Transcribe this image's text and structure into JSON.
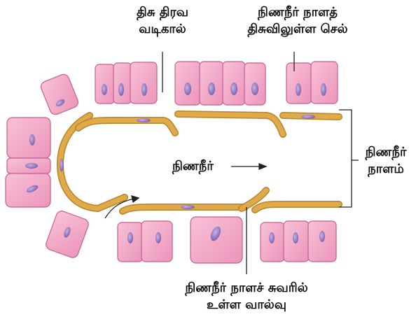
{
  "labels": {
    "tissue_fluid_drain": [
      "திசு திரவ",
      "வடிகால்"
    ],
    "cell_in_lymph_wall": [
      "நிணநீர் நாளத்",
      "திசுவிலுள்ள செல்"
    ],
    "lymph": "நிணநீர்",
    "lymph_vessel": [
      "நிணநீர்",
      "நாளம்"
    ],
    "valve_in_lymph_wall": [
      "நிணநீர் நாளச் சுவரில்",
      "உள்ள வால்வு"
    ]
  },
  "colors": {
    "cell_fill": "#f3a6c6",
    "cell_stroke": "#c2628e",
    "nucleus": "#9b82c6",
    "vessel": "#e0a94a",
    "vessel_stroke": "#b8852a",
    "line": "#222222"
  }
}
